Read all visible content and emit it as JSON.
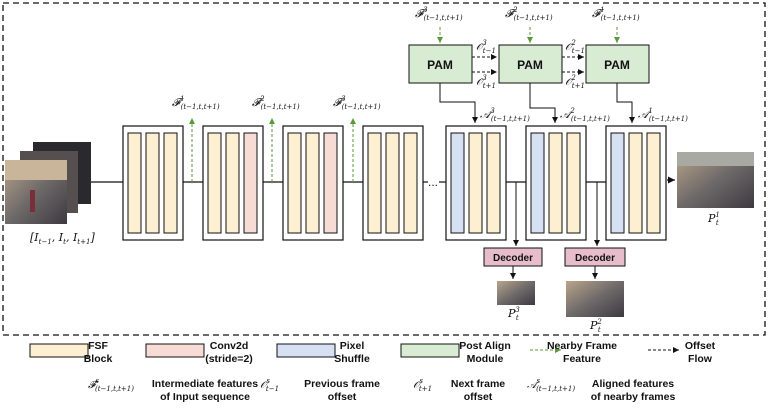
{
  "colors": {
    "fsf": "#fdf0d2",
    "conv": "#f7dcd5",
    "pixel_shuffle": "#d6e0f2",
    "pam": "#d8ebd3",
    "decoder": "#e7bccb",
    "nearby_arrow": "#5a9a3a"
  },
  "input_label": "[I",
  "input_subs": [
    "t−1",
    "t",
    "t+1"
  ],
  "ellipsis": "...",
  "pam_label": "PAM",
  "decoder_label": "Decoder",
  "features_top": [
    {
      "sym": "𝓕",
      "sup": "1",
      "sub": "(t−1,t,t+1)"
    },
    {
      "sym": "𝓕",
      "sup": "2",
      "sub": "(t−1,t,t+1)"
    },
    {
      "sym": "𝓕",
      "sup": "3",
      "sub": "(t−1,t,t+1)"
    }
  ],
  "pam_inputs": [
    {
      "sym": "𝓕",
      "sup": "3",
      "sub": "(t−1,t,t+1)"
    },
    {
      "sym": "𝓕",
      "sup": "2",
      "sub": "(t−1,t,t+1)"
    },
    {
      "sym": "𝓕",
      "sup": "1",
      "sub": "(t−1,t,t+1)"
    }
  ],
  "offsets": [
    {
      "sym": "𝒪",
      "sup": "3",
      "sub": "t−1"
    },
    {
      "sym": "𝒪",
      "sup": "3",
      "sub": "t+1"
    },
    {
      "sym": "𝒪",
      "sup": "2",
      "sub": "t−1"
    },
    {
      "sym": "𝒪",
      "sup": "2",
      "sub": "t+1"
    }
  ],
  "aligned": [
    {
      "sym": "𝒜",
      "sup": "3",
      "sub": "(t−1,t,t+1)"
    },
    {
      "sym": "𝒜",
      "sup": "2",
      "sub": "(t−1,t,t+1)"
    },
    {
      "sym": "𝒜",
      "sup": "1",
      "sub": "(t−1,t,t+1)"
    }
  ],
  "outputs": [
    {
      "sym": "P",
      "sup": "3",
      "sub": "t"
    },
    {
      "sym": "P",
      "sup": "2",
      "sub": "t"
    },
    {
      "sym": "P",
      "sup": "1",
      "sub": "t"
    }
  ],
  "legend": {
    "row1": [
      {
        "label1": "FSF",
        "label2": "Block"
      },
      {
        "label1": "Conv2d",
        "label2": "(stride=2)"
      },
      {
        "label1": "Pixel",
        "label2": "Shuffle"
      },
      {
        "label1": "Post Align",
        "label2": "Module"
      },
      {
        "label1": "Nearby Frame",
        "label2": "Feature"
      },
      {
        "label1": "Offset",
        "label2": "Flow"
      }
    ],
    "row2": [
      {
        "sym": "𝓕",
        "sup": "s",
        "sub": "(t−1,t,t+1)",
        "label1": "Intermediate features",
        "label2": "of Input sequence"
      },
      {
        "sym": "𝒪",
        "sup": "s",
        "sub": "t−1",
        "label1": "Previous frame",
        "label2": "offset"
      },
      {
        "sym": "𝒪",
        "sup": "s",
        "sub": "t+1",
        "label1": "Next frame",
        "label2": "offset"
      },
      {
        "sym": "𝒜",
        "sup": "s",
        "sub": "(t−1,t,t+1)",
        "label1": "Aligned features",
        "label2": "of nearby frames"
      }
    ]
  }
}
